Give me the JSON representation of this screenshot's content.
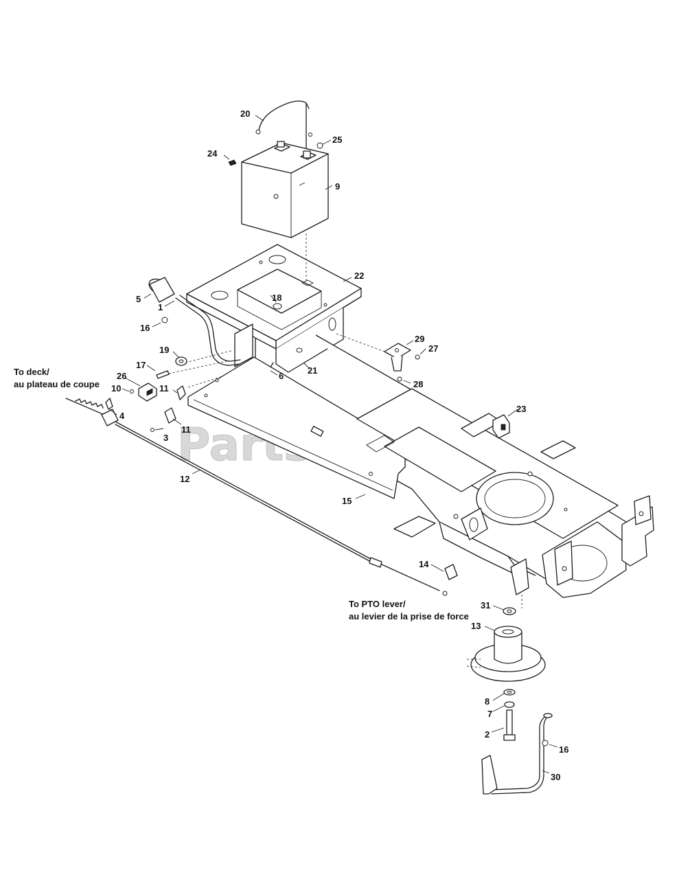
{
  "watermark": {
    "text": "PartsTree",
    "trademark": "™"
  },
  "notes": {
    "deck_line1": "To deck/",
    "deck_line2": "au plateau de coupe",
    "pto_line1": "To PTO lever/",
    "pto_line2": "au levier de la prise de force"
  },
  "callouts": [
    {
      "id": "c20",
      "label": "20"
    },
    {
      "id": "c25",
      "label": "25"
    },
    {
      "id": "c24",
      "label": "24"
    },
    {
      "id": "c9",
      "label": "9"
    },
    {
      "id": "c22",
      "label": "22"
    },
    {
      "id": "c5",
      "label": "5"
    },
    {
      "id": "c1",
      "label": "1"
    },
    {
      "id": "c18",
      "label": "18"
    },
    {
      "id": "c16a",
      "label": "16"
    },
    {
      "id": "c29",
      "label": "29"
    },
    {
      "id": "c27",
      "label": "27"
    },
    {
      "id": "c19",
      "label": "19"
    },
    {
      "id": "c17",
      "label": "17"
    },
    {
      "id": "c6",
      "label": "6"
    },
    {
      "id": "c21",
      "label": "21"
    },
    {
      "id": "c28",
      "label": "28"
    },
    {
      "id": "c26",
      "label": "26"
    },
    {
      "id": "c10",
      "label": "10"
    },
    {
      "id": "c11a",
      "label": "11"
    },
    {
      "id": "c4",
      "label": "4"
    },
    {
      "id": "c11b",
      "label": "11"
    },
    {
      "id": "c23",
      "label": "23"
    },
    {
      "id": "c3",
      "label": "3"
    },
    {
      "id": "c12",
      "label": "12"
    },
    {
      "id": "c15",
      "label": "15"
    },
    {
      "id": "c14",
      "label": "14"
    },
    {
      "id": "c31",
      "label": "31"
    },
    {
      "id": "c13",
      "label": "13"
    },
    {
      "id": "c8",
      "label": "8"
    },
    {
      "id": "c7",
      "label": "7"
    },
    {
      "id": "c2",
      "label": "2"
    },
    {
      "id": "c16b",
      "label": "16"
    },
    {
      "id": "c30",
      "label": "30"
    }
  ]
}
